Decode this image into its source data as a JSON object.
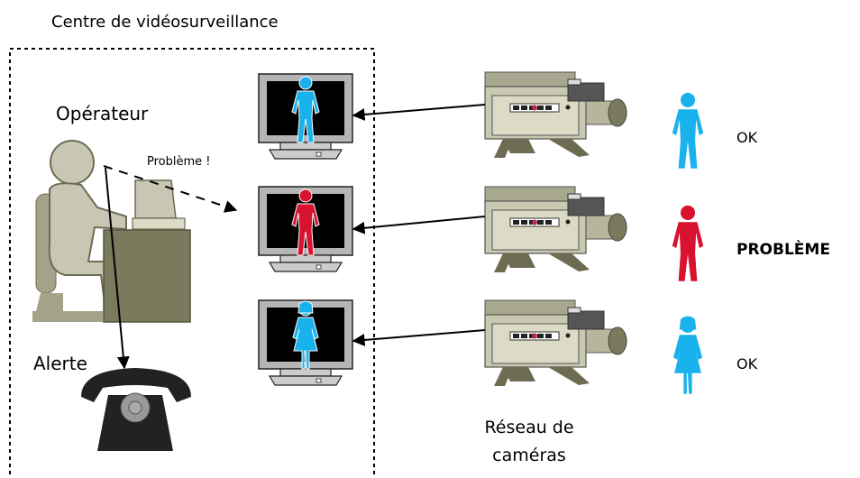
{
  "title": "Centre de vidéosurveillance",
  "operator_label": "Opérateur",
  "problem_callout": "Problème !",
  "alert_label": "Alerte",
  "network_label_line1": "Réseau de",
  "network_label_line2": "caméras",
  "people": [
    {
      "status": "OK",
      "gender": "male",
      "color": "#1ab2ec"
    },
    {
      "status": "PROBLÈME",
      "gender": "male",
      "color": "#d8122f"
    },
    {
      "status": "OK",
      "gender": "female",
      "color": "#1ab2ec"
    }
  ],
  "colors": {
    "normal": "#1ab2ec",
    "problem": "#d8122f",
    "operator": "#c8c7b3",
    "desk": "#7a7a5c",
    "camera": "#c9c8b0"
  }
}
